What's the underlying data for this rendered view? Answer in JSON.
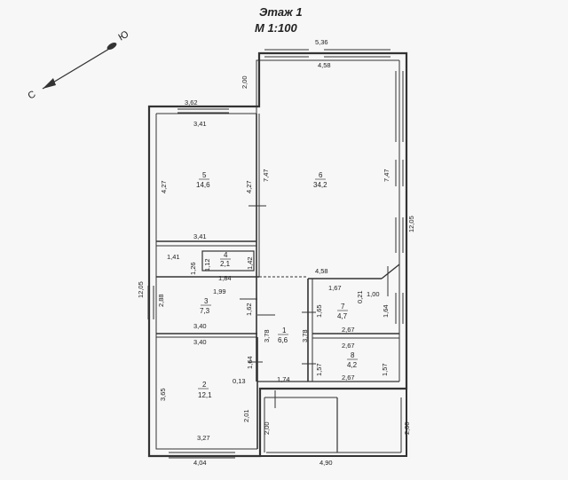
{
  "title": {
    "floor": "Этаж 1",
    "scale": "М 1:100"
  },
  "compass": {
    "south": "С",
    "north": "Ю"
  },
  "rooms": [
    {
      "number": "1",
      "area": "6,6"
    },
    {
      "number": "2",
      "area": "12,1"
    },
    {
      "number": "3",
      "area": "7,3"
    },
    {
      "number": "4",
      "area": "2,1"
    },
    {
      "number": "5",
      "area": "14,6"
    },
    {
      "number": "6",
      "area": "34,2"
    },
    {
      "number": "7",
      "area": "4,7"
    },
    {
      "number": "8",
      "area": "4,2"
    }
  ],
  "dimensions": {
    "top_536": "5,36",
    "top_458": "4,58",
    "left_200_top": "2,00",
    "r5_top_outer": "3,62",
    "r5_top": "3,41",
    "r5_left": "4,27",
    "r5_right": "4,27",
    "r5_bottom": "3,41",
    "r6_left": "7,47",
    "r6_right": "7,47",
    "r6_bottom": "4,58",
    "right_1205": "12,05",
    "left_1205": "12,05",
    "r4_141": "1,41",
    "r4_126": "1,26",
    "r4_112": "1,12",
    "r4_184": "1,84",
    "r4_142": "1,42",
    "r3_199": "1,99",
    "r3_288": "2,88",
    "r3_162": "1,62",
    "r3_340_bot": "3,40",
    "r7_167": "1,67",
    "r7_021": "0,21",
    "r7_100": "1,00",
    "r7_165": "1,65",
    "r7_164": "1,64",
    "r7_267": "2,67",
    "r1_378_l": "3,78",
    "r1_378_r": "3,78",
    "r2_340_top": "3,40",
    "r2_365": "3,65",
    "r2_164": "1,64",
    "r2_013": "0,13",
    "r1_174": "1,74",
    "r8_267_top": "2,67",
    "r8_157_l": "1,57",
    "r8_157_r": "1,57",
    "r8_267_bot": "2,67",
    "r2_201": "2,01",
    "r2_327": "3,27",
    "porch_200_l": "2,00",
    "porch_200_r": "2,00",
    "bottom_404": "4,04",
    "bottom_490": "4,90"
  }
}
